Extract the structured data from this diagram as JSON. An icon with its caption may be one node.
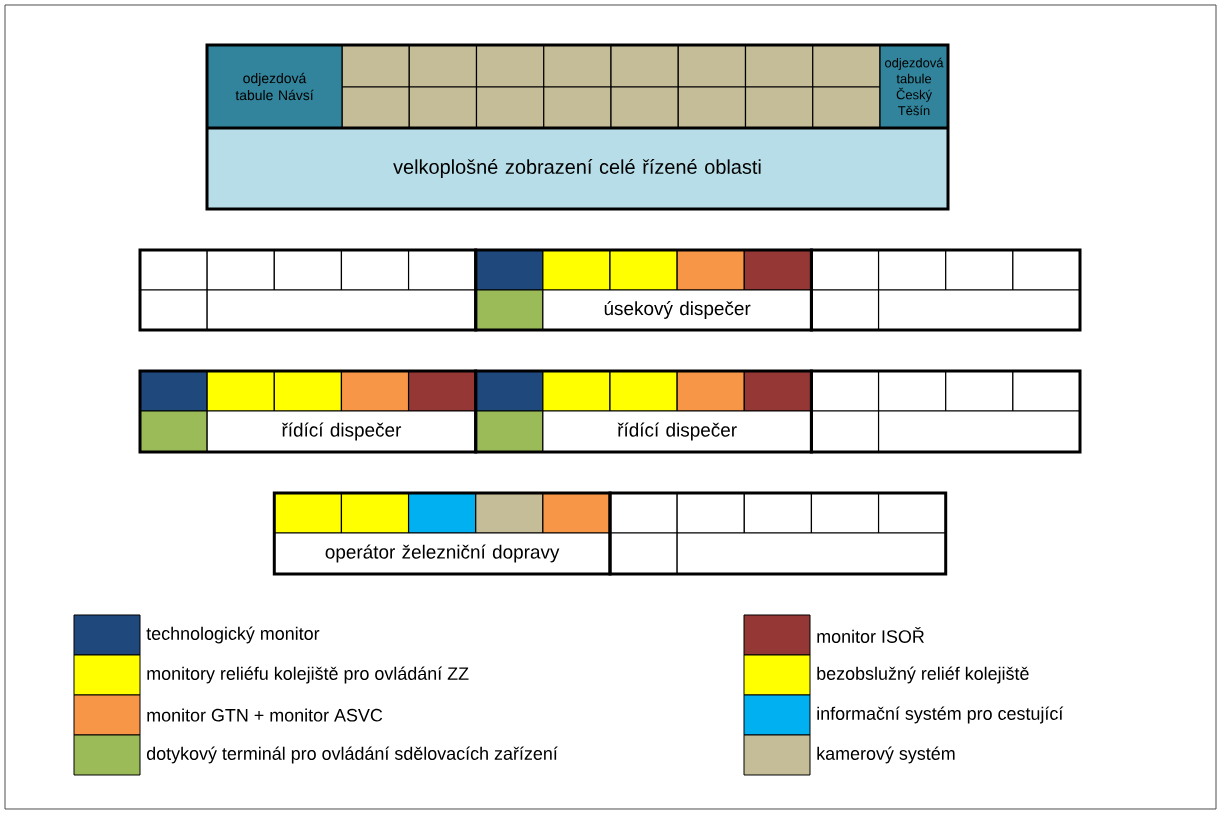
{
  "diagram": {
    "nodes": [
      {
        "text": [
          "odjezdová tabule Návsí"
        ]
      },
      {
        "text": [
          "odjezdová tabule Český Těšín"
        ]
      },
      {
        "text": [
          "velkoplošné zobrazení celé řízené oblasti"
        ]
      },
      {
        "text": [
          "úsekový dispečer"
        ]
      },
      {
        "text": [
          "řídící dispečer"
        ]
      },
      {
        "text": [
          "řídící dispečer"
        ]
      },
      {
        "text": [
          "operátor železniční dopravy"
        ]
      }
    ],
    "edges": [],
    "legend": [
      {
        "text": "technologický monitor",
        "color": "#1f497d"
      },
      {
        "text": "monitory reliéfu kolejiště pro ovládání ZZ",
        "color": "#ffff00"
      },
      {
        "text": "monitor GTN + monitor ASVC",
        "color": "#f79646"
      },
      {
        "text": "dotykový terminál pro ovládání sdělovacích zařízení",
        "color": "#9bbb59"
      },
      {
        "text": "monitor ISOŘ",
        "color": "#953735"
      },
      {
        "text": "bezobslužný reliéf kolejiště",
        "color": "#ffff00"
      },
      {
        "text": "informační systém pro cestující",
        "color": "#00b0f0"
      },
      {
        "text": "kamerový systém",
        "color": "#c4bd97"
      }
    ]
  }
}
